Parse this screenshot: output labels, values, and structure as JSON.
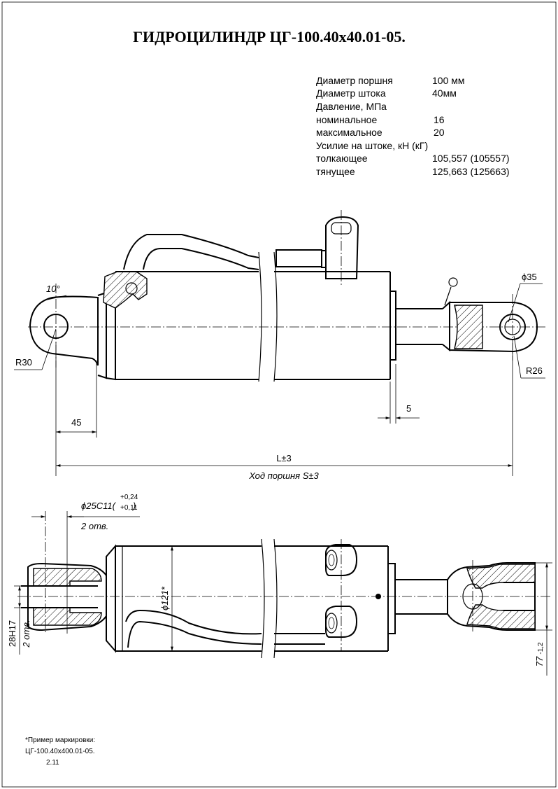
{
  "title": "ГИДРОЦИЛИНДР ЦГ-100.40х40.01-05.",
  "specs": [
    {
      "label": "Диаметр поршня",
      "value": "100 мм"
    },
    {
      "label": "Диаметр штока",
      "value": "40мм"
    },
    {
      "label": "Давление, МПа",
      "value": ""
    },
    {
      "label": "номинальное",
      "value": "16"
    },
    {
      "label": "максимальное",
      "value": "20"
    },
    {
      "label": "Усилие на штоке, кН (кГ)",
      "value": ""
    },
    {
      "label": "толкающее",
      "value": "105,557 (105557)"
    },
    {
      "label": "тянущее",
      "value": "125,663 (125663)"
    }
  ],
  "dims": {
    "angle": "10°",
    "r30": "R30",
    "d35": "ϕ35",
    "r26": "R26",
    "d5": "5",
    "d45": "45",
    "length": "L±3",
    "stroke": "Ход поршня S±3",
    "d25_main": "ϕ25С11(",
    "d25_tol_top": "+0,24",
    "d25_tol_bot": "+0,11",
    "d25_close": ")",
    "holes_top": "2 отв.",
    "d121": "ϕ121*",
    "slot": "28Н17",
    "holes_left": "2 отв.",
    "d77": "77",
    "d77_tol": "-1,2"
  },
  "note": {
    "line1": "*Пример маркировки:",
    "line2": "ЦГ-100.40х400.01-05.",
    "line3": "2.11"
  }
}
